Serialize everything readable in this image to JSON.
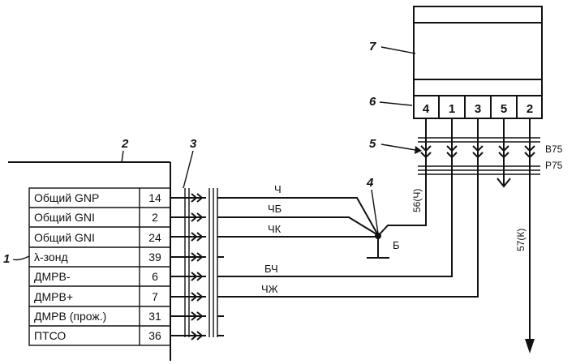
{
  "ecu_pins": [
    {
      "label": "Общий GNP",
      "number": "14"
    },
    {
      "label": "Общий GNI",
      "number": "2"
    },
    {
      "label": "Общий GNI",
      "number": "24"
    },
    {
      "label": "λ-зонд",
      "number": "39"
    },
    {
      "label": "ДМРВ-",
      "number": "6"
    },
    {
      "label": "ДМРВ+",
      "number": "7"
    },
    {
      "label": "ДМРВ (прож.)",
      "number": "31"
    },
    {
      "label": "ПТСО",
      "number": "36"
    }
  ],
  "callouts": {
    "c1": "1",
    "c2": "2",
    "c3": "3",
    "c4": "4",
    "c5": "5",
    "c6": "6",
    "c7": "7"
  },
  "wires": {
    "w1": "Ч",
    "w2": "ЧБ",
    "w3": "ЧК",
    "w4": "БЧ",
    "w5": "ЧЖ"
  },
  "ground_label": "Б",
  "connector_pins": [
    "4",
    "1",
    "3",
    "5",
    "2"
  ],
  "connector_codes": {
    "top": "В75",
    "bottom": "Р75"
  },
  "vertical_labels": {
    "v1": "56(Ч)",
    "v2": "57(К)"
  }
}
